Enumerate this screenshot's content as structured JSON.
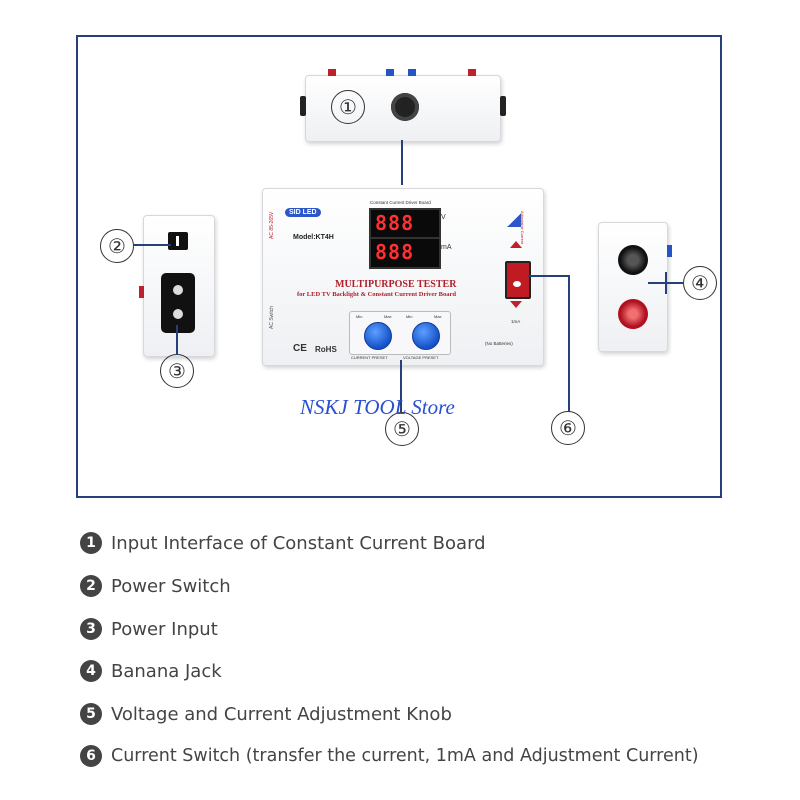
{
  "diagram": {
    "callouts": [
      "①",
      "②",
      "③",
      "④",
      "⑤",
      "⑥"
    ],
    "watermark": "NSKJ TOOL Store",
    "device": {
      "brand": "SID LED",
      "model": "Model:KT4H",
      "display_header": "Constant Current Driver Board",
      "voltage_reading": "888",
      "voltage_unit": "V",
      "current_reading": "888",
      "current_unit": "mA",
      "title": "MULTIPURPOSE TESTER",
      "subtitle": "for LED TV Backlight & Constant Current Driver Board",
      "ac_label": "AC 85-265V",
      "ac_switch": "AC Switch",
      "certifications": [
        "CE",
        "RoHS"
      ],
      "knob_min": "Min",
      "knob_max": "Max",
      "current_preset": "CURRENT PRESET",
      "voltage_preset": "VOLTAGE PRESET",
      "no_batteries": "(No Batteries)",
      "adjustable_current": "Adjustable Current",
      "one_ma": "1mA"
    }
  },
  "legend": [
    {
      "num": "1",
      "text": "Input Interface of Constant Current Board"
    },
    {
      "num": "2",
      "text": "Power Switch"
    },
    {
      "num": "3",
      "text": "Power Input"
    },
    {
      "num": "4",
      "text": "Banana Jack"
    },
    {
      "num": "5",
      "text": "Voltage and Current Adjustment Knob"
    },
    {
      "num": "6",
      "text": "Current Switch (transfer the current, 1mA and Adjustment  Current)"
    }
  ]
}
